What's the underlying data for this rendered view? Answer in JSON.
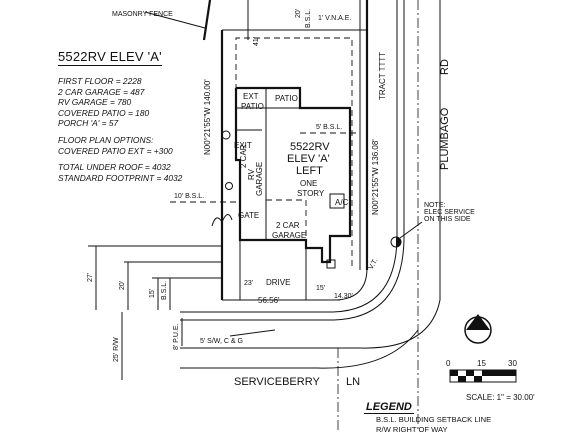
{
  "plan_title": "5522RV ELEV 'A'",
  "specs": [
    "FIRST FLOOR = 2228",
    "2 CAR GARAGE = 487",
    "RV GARAGE = 780",
    "COVERED PATIO = 180",
    "PORCH 'A' = 57"
  ],
  "options_title": "FLOOR PLAN OPTIONS:",
  "options": [
    "COVERED PATIO EXT = +300"
  ],
  "totals": [
    "TOTAL UNDER ROOF = 4032",
    "STANDARD FOOTPRINT = 4032"
  ],
  "house_label": [
    "5522RV",
    "ELEV 'A'",
    "LEFT",
    "ONE",
    "STORY"
  ],
  "rooms": {
    "ext_patio": [
      "EXT",
      "PATIO"
    ],
    "patio": "PATIO",
    "rv_garage": [
      "2 CAR",
      "RV",
      "GARAGE"
    ],
    "garage": [
      "2 CAR",
      "GARAGE"
    ],
    "exit": "EXIT",
    "ac": "A/C",
    "gate": "GATE",
    "drive": "DRIVE"
  },
  "labels": {
    "masonry_fence": "MASONRY FENCE",
    "vnae": "1' V.N.A.E.",
    "bsl_20_top": "20'",
    "bsl_top": "B.S.L.",
    "dim_41": "41'",
    "tract": "TRACT TTTT",
    "plumbago": "PLUMBAGO",
    "rd": "RD",
    "bsl_5": "5' B.S.L.",
    "bsl_10": "10' B.S.L.",
    "west_line": "N00°21'55\"W  140.00'",
    "east_line": "N00°21'55\"W  136.08'",
    "note": [
      "NOTE:",
      "ELEC SERVICE",
      "ON THIS SIDE"
    ],
    "dim_27": "27'",
    "dim_20": "20'",
    "dim_15": "15'",
    "dim_8": "8' P.U.E.",
    "dim_25": "25' R/W",
    "dim_23": "23'",
    "dim_15b": "15'",
    "dim_5656": "56.56'",
    "dim_1430": "14.30'",
    "vt": "V.T.",
    "sw": "5' S/W, C & G",
    "street": "SERVICEBERRY",
    "ln": "LN",
    "scale_0": "0",
    "scale_15": "15",
    "scale_30": "30",
    "scale_text": "SCALE: 1\" = 30.00'"
  },
  "legend": {
    "title": "LEGEND",
    "items": [
      "B.S.L.  BUILDING SETBACK LINE",
      "R/W   RIGHT OF WAY"
    ]
  }
}
